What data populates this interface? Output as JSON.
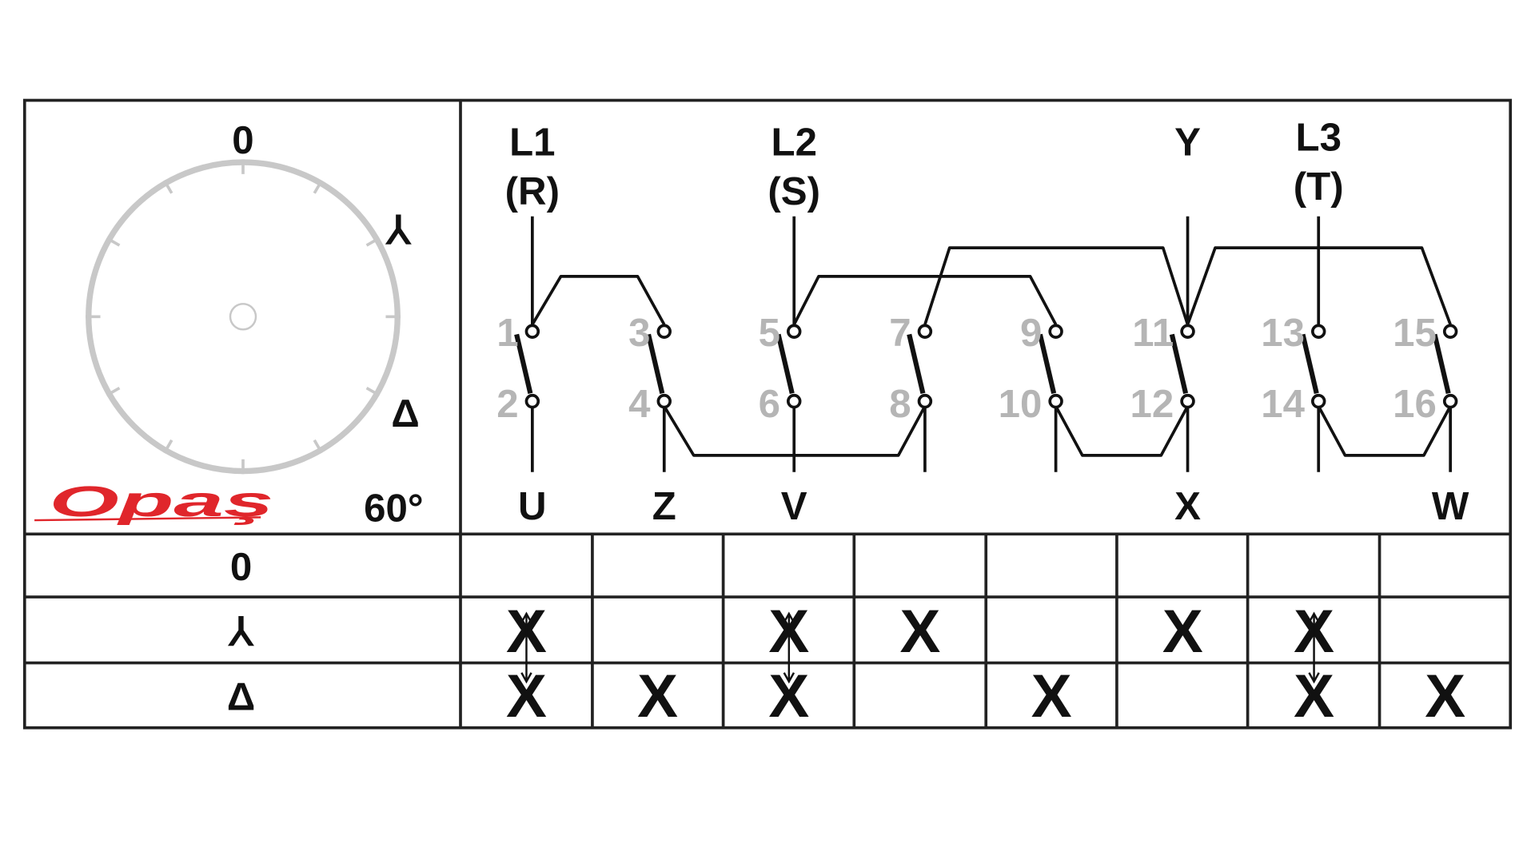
{
  "dial": {
    "positions": [
      "0",
      "⅄",
      "Δ"
    ],
    "angle": "60°",
    "logo": "Opaş"
  },
  "terminals": {
    "top_labels": [
      {
        "line": "L1",
        "sub": "(R)"
      },
      {
        "line": "L2",
        "sub": "(S)"
      },
      {
        "line": "Y",
        "sub": ""
      },
      {
        "line": "L3",
        "sub": "(T)"
      }
    ],
    "bottom_labels": [
      "U",
      "Z",
      "V",
      "X",
      "W"
    ],
    "contacts": [
      "1",
      "2",
      "3",
      "4",
      "5",
      "6",
      "7",
      "8",
      "9",
      "10",
      "11",
      "12",
      "13",
      "14",
      "15",
      "16"
    ]
  },
  "table": {
    "rows": [
      {
        "label": "0",
        "marks": [
          "",
          "",
          "",
          "",
          "",
          "",
          "",
          ""
        ]
      },
      {
        "label": "⅄",
        "marks": [
          "X",
          "",
          "X",
          "X",
          "",
          "X",
          "X",
          ""
        ]
      },
      {
        "label": "Δ",
        "marks": [
          "X",
          "X",
          "X",
          "",
          "X",
          "",
          "X",
          "X"
        ]
      }
    ]
  },
  "colors": {
    "logo": "#e0262b",
    "dial": "#c8c8c8",
    "contact_numbers": "#b5b5b5"
  }
}
